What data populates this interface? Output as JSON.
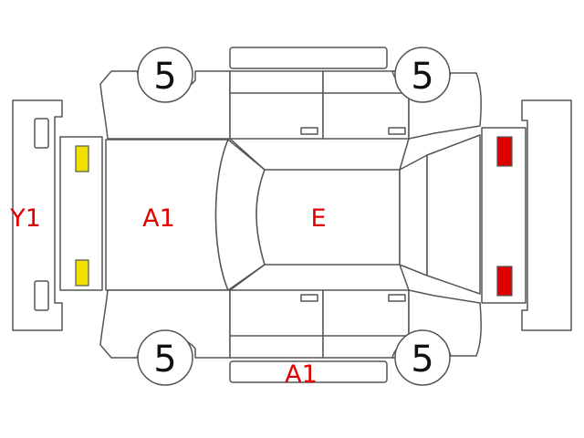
{
  "colors": {
    "outline": "#555555",
    "code_text": "#e00000",
    "front_lamp": "#f0e000",
    "rear_lamp": "#e00000",
    "wheel_text": "#111111"
  },
  "wheels": {
    "front_left": "5",
    "rear_left": "5",
    "front_right": "5",
    "rear_right": "5"
  },
  "codes": {
    "front_bumper": "Y1",
    "hood": "A1",
    "roof": "E",
    "bottom_side": "A1"
  }
}
